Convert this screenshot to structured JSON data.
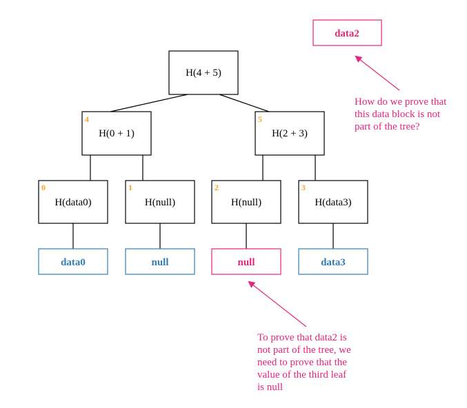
{
  "colors": {
    "node_border": "#000000",
    "index": "#f5a623",
    "leaf_blue": "#2f7fb8",
    "highlight_pink": "#e6247e"
  },
  "nodes": {
    "root": {
      "label": "H(4 + 5)"
    },
    "n4": {
      "index": "4",
      "label": "H(0 + 1)"
    },
    "n5": {
      "index": "5",
      "label": "H(2 + 3)"
    },
    "n0": {
      "index": "0",
      "label": "H(data0)"
    },
    "n1": {
      "index": "1",
      "label": "H(null)"
    },
    "n2": {
      "index": "2",
      "label": "H(null)"
    },
    "n3": {
      "index": "3",
      "label": "H(data3)"
    }
  },
  "leaves": {
    "data0": "data0",
    "null1": "null",
    "null2": "null",
    "data3": "data3"
  },
  "query": {
    "label": "data2"
  },
  "notes": {
    "question": [
      "How do we prove that",
      "this data block is not",
      "part of the tree?"
    ],
    "answer": [
      "To prove that data2 is",
      "not part of the tree, we",
      "need to prove that the",
      "value of the third leaf",
      "is null"
    ]
  }
}
